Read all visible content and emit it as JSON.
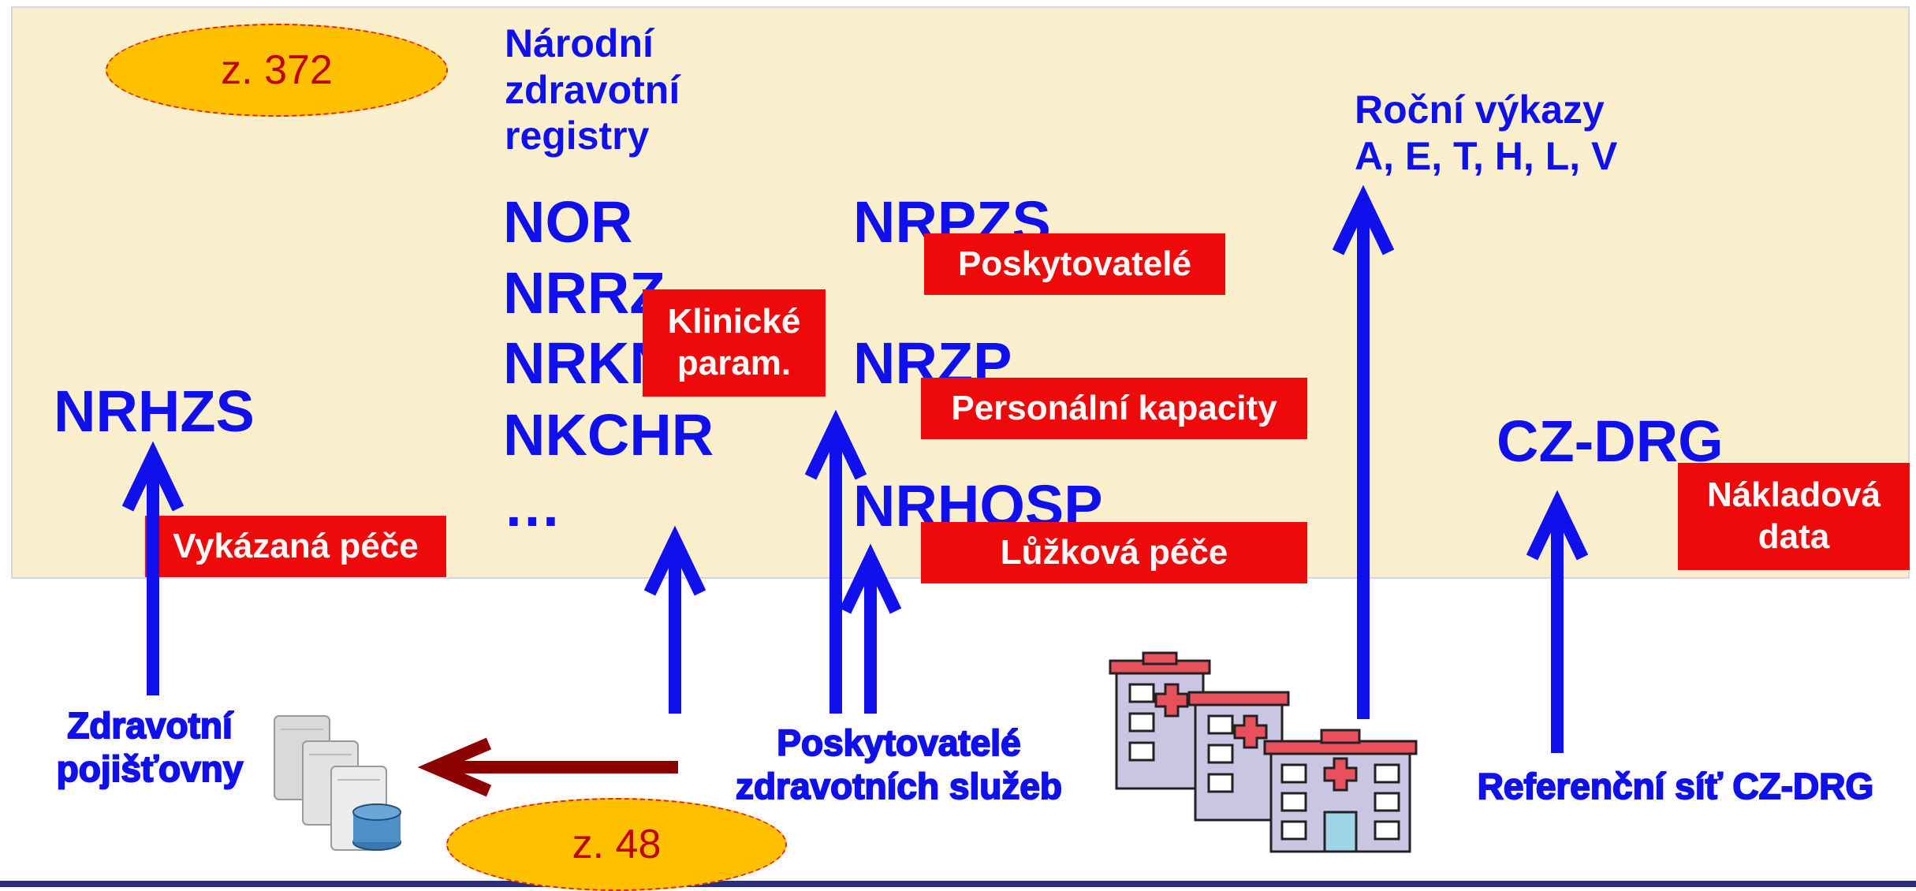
{
  "ellipses": {
    "top": "z. 372",
    "bottom": "z. 48"
  },
  "header": {
    "narodni_line1": "Národní",
    "narodni_line2": "zdravotní",
    "narodni_line3": "registry",
    "rocni_line1": "Roční výkazy",
    "rocni_line2": "A, E, T, H, L, V"
  },
  "registries": {
    "nor": "NOR",
    "nrrz": "NRRZ",
    "nrkn": "NRKN",
    "nkchr": "NKCHR",
    "ellipsis": "…",
    "nrpzs": "NRPZS",
    "nrzp": "NRZP",
    "nrhosp": "NRHOSP",
    "nrhzs": "NRHZS",
    "czdrg": "CZ-DRG"
  },
  "labels": {
    "klinicke_line1": "Klinické",
    "klinicke_line2": "param.",
    "poskytovatele": "Poskytovatelé",
    "personalni": "Personální kapacity",
    "luzkova": "Lůžková péče",
    "vykazana": "Vykázaná péče",
    "nakladova_line1": "Nákladová",
    "nakladova_line2": "data"
  },
  "sources": {
    "pojistovny_line1": "Zdravotní",
    "pojistovny_line2": "pojišťovny",
    "poskytovatele_line1": "Poskytovatelé",
    "poskytovatele_line2": "zdravotních služeb",
    "referencni": "Referenční síť CZ-DRG"
  },
  "colors": {
    "panel": "#f9efcc",
    "blue": "#1010ee",
    "red_label": "#ee0a0a",
    "ellipse_fill": "#ffc000",
    "dark_red_arrow": "#8b0000",
    "bottom_bar": "#2b2e80"
  }
}
